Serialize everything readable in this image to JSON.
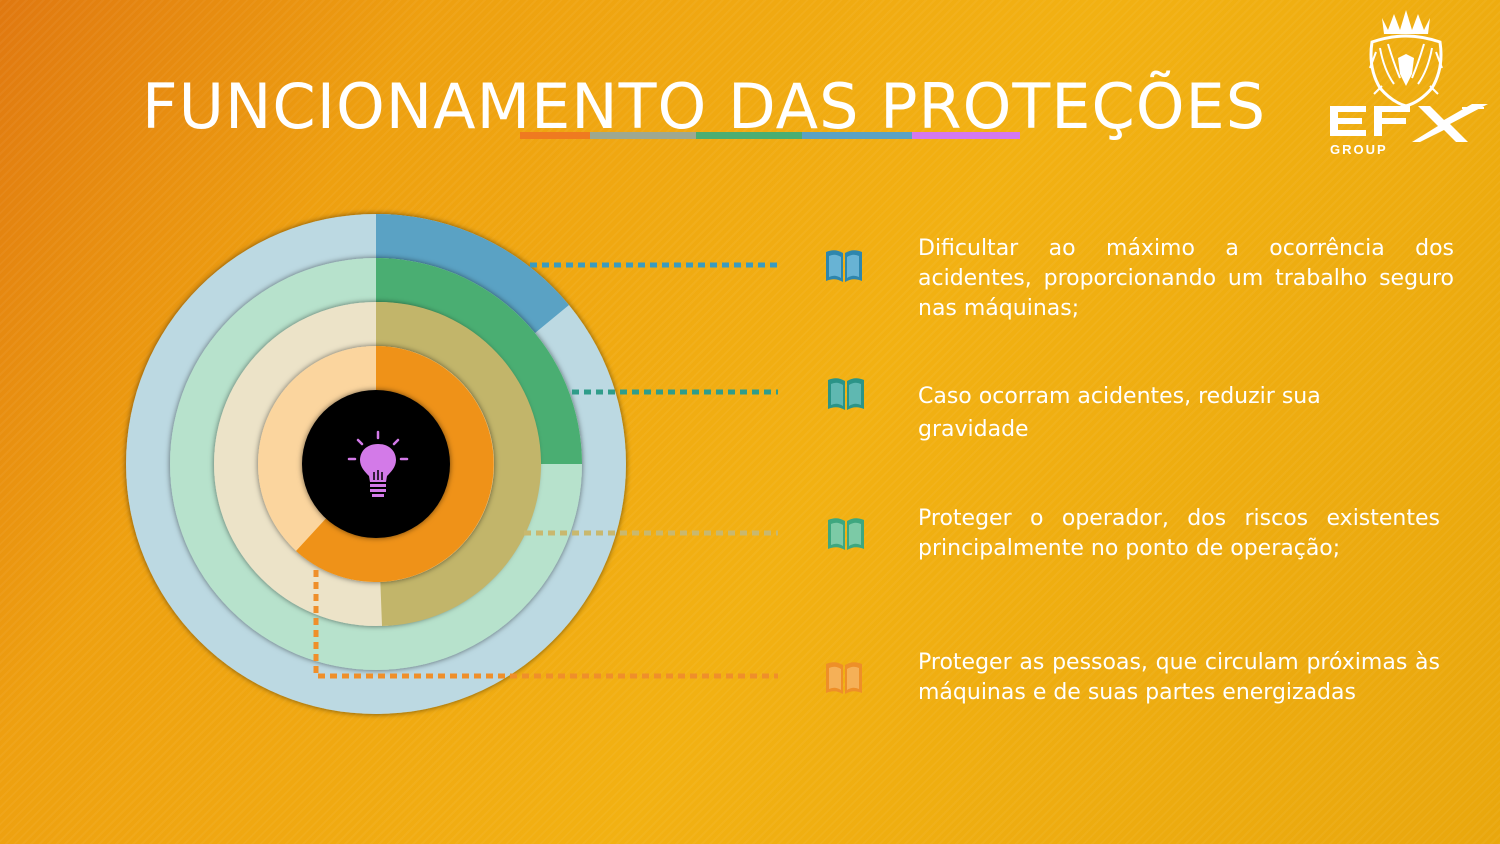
{
  "title": "FUNCIONAMENTO DAS PROTEÇÕES",
  "logo": {
    "text": "EFX",
    "subtext": "GROUP"
  },
  "center_icon": "lightbulb-icon",
  "item_icon": "open-book-icon",
  "colors": {
    "background": "#eea010",
    "text": "#ffffff",
    "blue": "#5aa2c4",
    "green": "#4aae72",
    "khaki": "#c2b56a",
    "orange": "#ef9218",
    "purple": "#d478f0"
  },
  "items": [
    {
      "text": "Dificultar ao máximo a ocorrência dos acidentes, proporcionando um trabalho seguro  nas máquinas;",
      "color": "#3a9bbf"
    },
    {
      "text": "Caso ocorram  acidentes, reduzir sua gravidade",
      "color": "#2f9d8a"
    },
    {
      "text": "Proteger o operador, dos riscos existentes principalmente no ponto de operação;",
      "color": "#45aa85"
    },
    {
      "text": "Proteger as pessoas, que circulam próximas às máquinas e de suas partes energizadas",
      "color": "#ef9a2a"
    }
  ]
}
